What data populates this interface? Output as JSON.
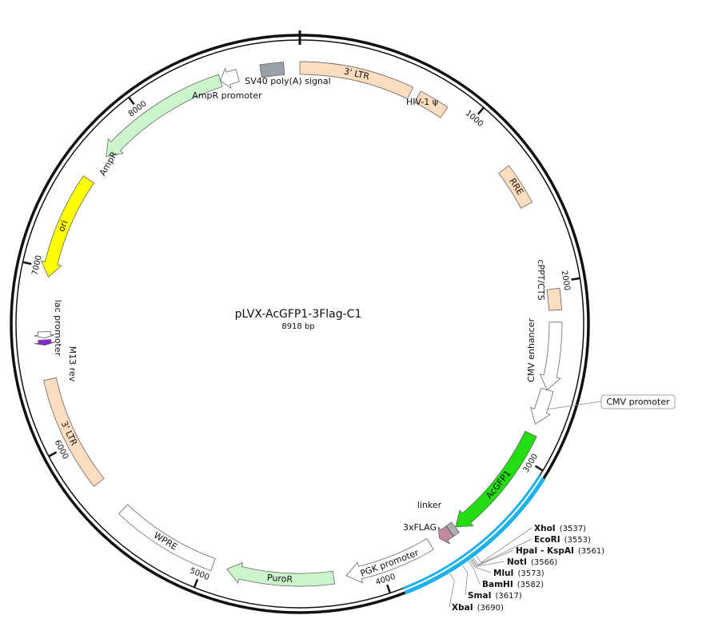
{
  "plasmid": {
    "name": "pLVX-AcGFP1-3Flag-C1",
    "size_label": "8918 bp",
    "length": 8918
  },
  "ticks": [
    {
      "pos": 1000,
      "label": "1000"
    },
    {
      "pos": 2000,
      "label": "2000"
    },
    {
      "pos": 3000,
      "label": "3000"
    },
    {
      "pos": 4000,
      "label": "4000"
    },
    {
      "pos": 5000,
      "label": "5000"
    },
    {
      "pos": 6000,
      "label": "6000"
    },
    {
      "pos": 7000,
      "label": "7000"
    },
    {
      "pos": 8000,
      "label": "8000"
    }
  ],
  "features": [
    {
      "name": "3' LTR",
      "start": 0,
      "end": 634,
      "dir": "none",
      "fill": "#fddcbf",
      "label": "inside-arc"
    },
    {
      "name": "HIV-1 ψ",
      "start": 680,
      "end": 850,
      "dir": "none",
      "fill": "#fddcbf",
      "label": "inside"
    },
    {
      "name": "RRE",
      "start": 1310,
      "end": 1545,
      "dir": "none",
      "fill": "#fddcbf",
      "label": "inside-arc"
    },
    {
      "name": "cPPT/CTS",
      "start": 2035,
      "end": 2153,
      "dir": "none",
      "fill": "#fddcbf",
      "label": "inside"
    },
    {
      "name": "CMV enhancer",
      "start": 2220,
      "end": 2600,
      "dir": "fwd",
      "fill": "#ffffff",
      "label": "inside"
    },
    {
      "name": "CMV promoter",
      "start": 2600,
      "end": 2800,
      "dir": "fwd",
      "fill": "#ffffff",
      "label": "callout"
    },
    {
      "name": "AcGFP1",
      "start": 2860,
      "end": 3530,
      "dir": "fwd",
      "fill": "#22dd11",
      "label": "inside-arc"
    },
    {
      "name": "linker",
      "start": 3532,
      "end": 3568,
      "dir": "none",
      "fill": "#b0b0b0",
      "label": "inside"
    },
    {
      "name": "3xFLAG",
      "start": 3570,
      "end": 3640,
      "dir": "fwd",
      "fill": "#c08aa0",
      "label": "inside"
    },
    {
      "name": "PGK promoter",
      "start": 3700,
      "end": 4200,
      "dir": "fwd",
      "fill": "#ffffff",
      "label": "inside-arc"
    },
    {
      "name": "PuroR",
      "start": 4270,
      "end": 4870,
      "dir": "fwd",
      "fill": "#ccf5cc",
      "label": "inside-arc"
    },
    {
      "name": "WPRE",
      "start": 4950,
      "end": 5540,
      "dir": "none",
      "fill": "#ffffff",
      "label": "inside-arc"
    },
    {
      "name": "3' LTR",
      "start": 5740,
      "end": 6380,
      "dir": "none",
      "fill": "#fddcbf",
      "label": "inside-arc"
    },
    {
      "name": "M13 rev",
      "start": 6570,
      "end": 6600,
      "dir": "rev",
      "fill": "#8a28d0",
      "label": "inside"
    },
    {
      "name": "lac promoter",
      "start": 6610,
      "end": 6645,
      "dir": "rev",
      "fill": "#ffffff",
      "label": "inside"
    },
    {
      "name": "ori",
      "start": 6950,
      "end": 7540,
      "dir": "rev",
      "fill": "#ffff00",
      "label": "inside-arc"
    },
    {
      "name": "AmpR",
      "start": 7700,
      "end": 8470,
      "dir": "rev",
      "fill": "#ccf5cc",
      "label": "inside"
    },
    {
      "name": "AmpR promoter",
      "start": 8470,
      "end": 8570,
      "dir": "rev",
      "fill": "#ffffff",
      "label": "inside"
    },
    {
      "name": "SV40 poly(A) signal",
      "start": 8700,
      "end": 8830,
      "dir": "none",
      "fill": "#9aa0a8",
      "label": "inside"
    }
  ],
  "highlight_arc": {
    "start": 3030,
    "end": 3930,
    "color": "#1eb0e8"
  },
  "restriction_sites": [
    {
      "name": "XhoI",
      "pos": 3537,
      "pos_label": "(3537)"
    },
    {
      "name": "EcoRI",
      "pos": 3553,
      "pos_label": "(3553)"
    },
    {
      "name": "HpaI - KspAI",
      "pos": 3561,
      "pos_label": "(3561)"
    },
    {
      "name": "NotI",
      "pos": 3566,
      "pos_label": "(3566)"
    },
    {
      "name": "MluI",
      "pos": 3573,
      "pos_label": "(3573)"
    },
    {
      "name": "BamHI",
      "pos": 3582,
      "pos_label": "(3582)"
    },
    {
      "name": "SmaI",
      "pos": 3617,
      "pos_label": "(3617)"
    },
    {
      "name": "XbaI",
      "pos": 3690,
      "pos_label": "(3690)"
    }
  ]
}
